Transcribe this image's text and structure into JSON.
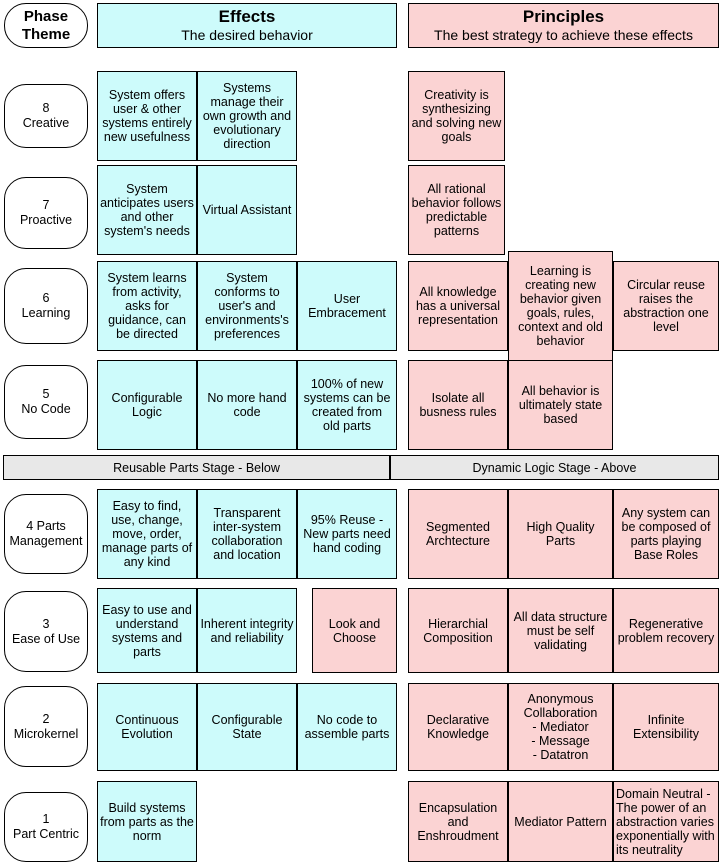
{
  "headers": {
    "phase_theme": "Phase\nTheme",
    "effects_title": "Effects",
    "effects_sub": "The desired behavior",
    "principles_title": "Principles",
    "principles_sub": "The best strategy to achieve these effects"
  },
  "colors": {
    "effects": "#cdfbfb",
    "principles": "#fbd3d3",
    "stage": "#e8e8e8",
    "border": "#000000",
    "page": "#ffffff"
  },
  "stages": {
    "left": "Reusable Parts Stage - Below",
    "right": "Dynamic Logic Stage - Above"
  },
  "phases": [
    {
      "num": "8",
      "name": "Creative"
    },
    {
      "num": "7",
      "name": "Proactive"
    },
    {
      "num": "6",
      "name": "Learning"
    },
    {
      "num": "5",
      "name": "No Code"
    },
    {
      "num": "4 Parts",
      "name": "Management"
    },
    {
      "num": "3",
      "name": "Ease of Use"
    },
    {
      "num": "2",
      "name": "Microkernel"
    },
    {
      "num": "1",
      "name": "Part Centric"
    }
  ],
  "effects": [
    [
      "System offers user & other systems entirely new usefulness",
      "Systems manage their own growth and evolutionary direction"
    ],
    [
      "System anticipates users and other system's needs",
      "Virtual Assistant"
    ],
    [
      "System learns from activity, asks for guidance, can be directed",
      "System conforms to user's and environments's preferences",
      "User Embracement"
    ],
    [
      "Configurable Logic",
      "No more hand code",
      "100% of new systems can be created from\nold parts"
    ],
    [
      "Easy to find, use, change, move, order, manage parts of any kind",
      "Transparent inter-system collaboration and location",
      "95% Reuse - New parts need hand coding"
    ],
    [
      "Easy to use and understand systems and parts",
      "Inherent integrity and reliability",
      "Look and Choose"
    ],
    [
      "Continuous Evolution",
      "Configurable State",
      "No code to assemble parts"
    ],
    [
      "Build systems from parts as the norm"
    ]
  ],
  "principles": [
    [
      "Creativity is synthesizing and solving new goals"
    ],
    [
      "All rational behavior follows predictable patterns"
    ],
    [
      "All knowledge has a universal representation",
      "Learning is creating new behavior given goals, rules, context and old behavior",
      "Circular reuse raises the abstraction one level"
    ],
    [
      "Isolate all busness rules",
      "All behavior is ultimately state based"
    ],
    [
      "Segmented Archtecture",
      "High Quality Parts",
      "Any system can be composed of parts playing Base Roles"
    ],
    [
      "Hierarchial Composition",
      "All data structure must be self validating",
      "Regenerative problem recovery"
    ],
    [
      "Declarative Knowledge",
      "Anonymous Collaboration\n- Mediator\n- Message\n- Datatron",
      "Infinite Extensibility"
    ],
    [
      "Encapsulation and Enshroudment",
      "Mediator Pattern",
      "Domain Neutral - The power of an abstraction varies exponentially with its neutrality"
    ]
  ],
  "layout": {
    "note": "positions are pixel geometry, not content"
  }
}
